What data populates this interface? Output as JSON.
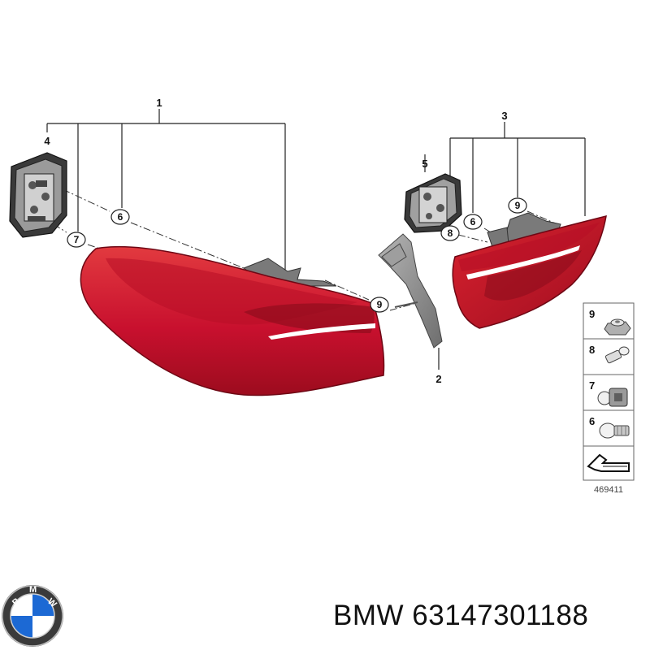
{
  "callouts": {
    "c1": "1",
    "c2": "2",
    "c3": "3",
    "c4": "4",
    "c5": "5",
    "c6a": "6",
    "c6b": "6",
    "c7": "7",
    "c8": "8",
    "c9a": "9",
    "c9b": "9"
  },
  "legend": {
    "items": [
      {
        "number": "9",
        "part": "nut-icon"
      },
      {
        "number": "8",
        "part": "bulb-wedge-icon"
      },
      {
        "number": "7",
        "part": "bulb-socket-icon"
      },
      {
        "number": "6",
        "part": "bulb-icon"
      },
      {
        "number": "",
        "part": "bracket-icon"
      }
    ],
    "diagram_id": "469411"
  },
  "brand": {
    "name": "BMW",
    "part_number": "63147301188",
    "logo_letters": "BMW"
  },
  "colors": {
    "lamp_red": "#c8102e",
    "lamp_dark": "#8e0d1c",
    "bracket_gray": "#8c8c8c",
    "logo_blue": "#1c69d4"
  }
}
